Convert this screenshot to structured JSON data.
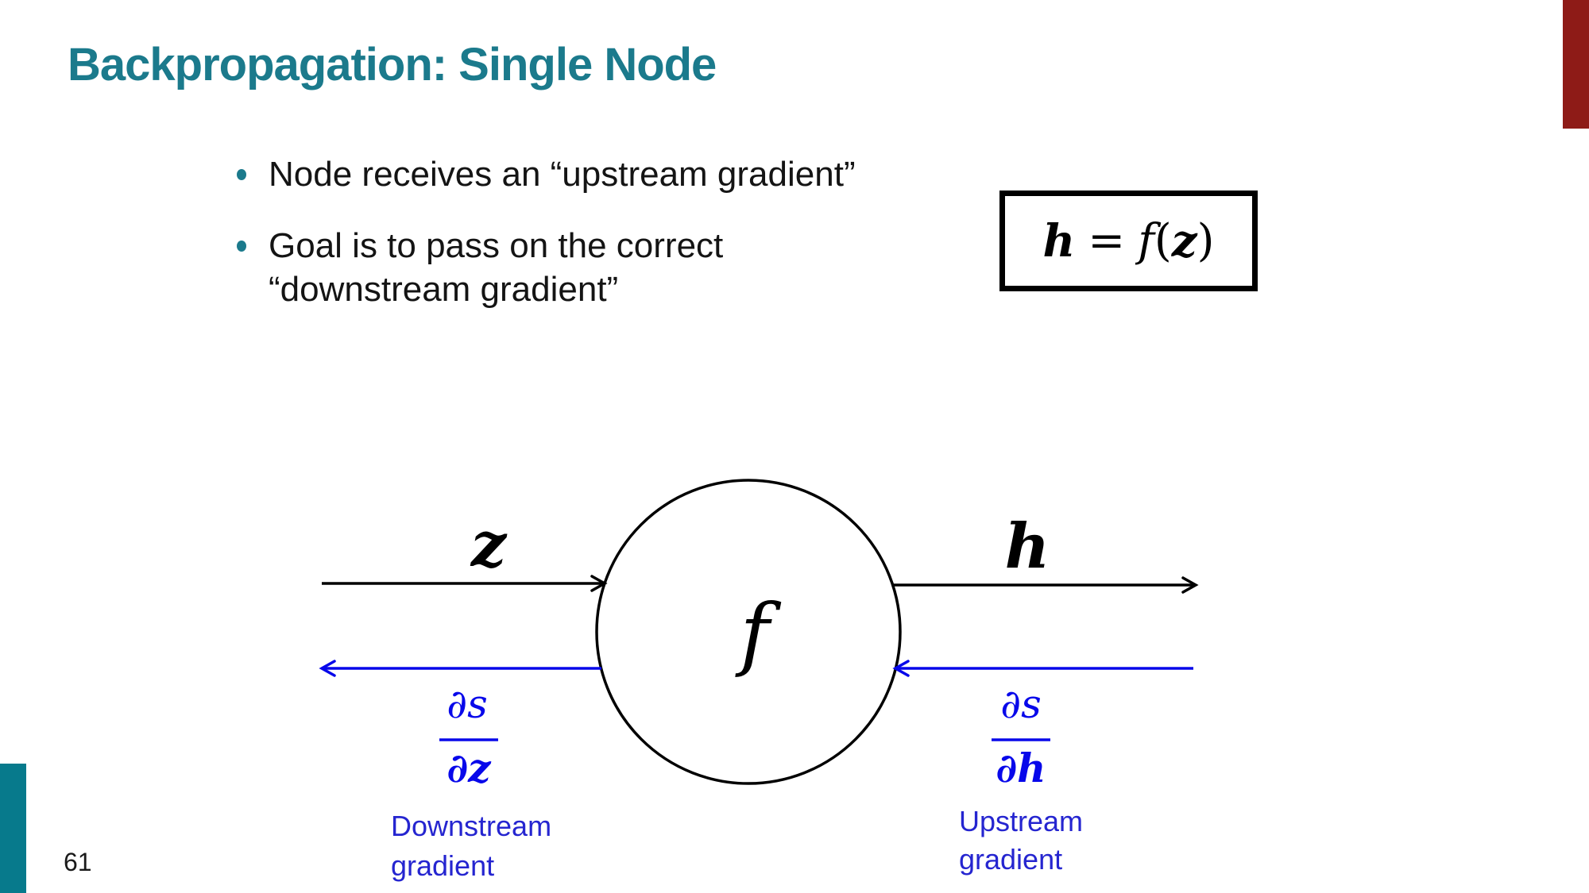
{
  "slide": {
    "title": "Backpropagation: Single Node",
    "page_number": "61",
    "bullets": [
      "Node receives an “upstream gradient”",
      "Goal is to pass on the correct “downstream gradient”"
    ],
    "formula": {
      "lhs": "h",
      "equals": "=",
      "function": "f",
      "open_paren": "(",
      "argument": "z",
      "close_paren": ")"
    },
    "diagram": {
      "node_label": "f",
      "input_label": "z",
      "output_label": "h",
      "downstream_fraction": {
        "numerator": "∂s",
        "denominator": "∂z"
      },
      "upstream_fraction": {
        "numerator": "∂s",
        "denominator": "∂h"
      },
      "downstream_caption_line1": "Downstream",
      "downstream_caption_line2": "gradient",
      "upstream_caption_line1": "Upstream",
      "upstream_caption_line2": "gradient"
    },
    "colors": {
      "title_teal": "#1B7A8C",
      "accent_bar_red": "#8E1B17",
      "accent_bar_teal": "#077A8C",
      "arrow_blue": "#0808EA",
      "caption_blue": "#2525D0",
      "arrow_black": "#000000"
    }
  }
}
